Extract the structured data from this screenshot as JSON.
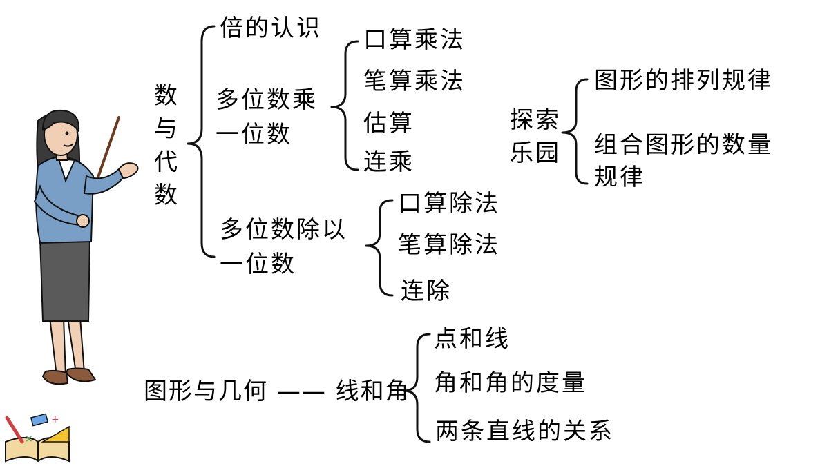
{
  "algebra": {
    "root": "数与代数",
    "multiples": "倍的认识",
    "mult": {
      "line1": "多位数乘",
      "line2": "一位数",
      "items": [
        "口算乘法",
        "笔算乘法",
        "估算",
        "连乘"
      ]
    },
    "div": {
      "line1": "多位数除以",
      "line2": "一位数",
      "items": [
        "口算除法",
        "笔算除法",
        "连除"
      ]
    }
  },
  "explore": {
    "root_line1": "探索",
    "root_line2": "乐园",
    "item1": "图形的排列规律",
    "item2_line1": "组合图形的数量",
    "item2_line2": "规律"
  },
  "geometry": {
    "root": "图形与几何 —— 线和角",
    "items": [
      "点和线",
      "角和角的度量",
      "两条直线的关系"
    ]
  },
  "colors": {
    "jacket": "#7a9fc6",
    "skirt": "#5a5a5a",
    "hair": "#3a3a3a",
    "book": "#f2d9a0",
    "ruler": "#f4c430"
  }
}
